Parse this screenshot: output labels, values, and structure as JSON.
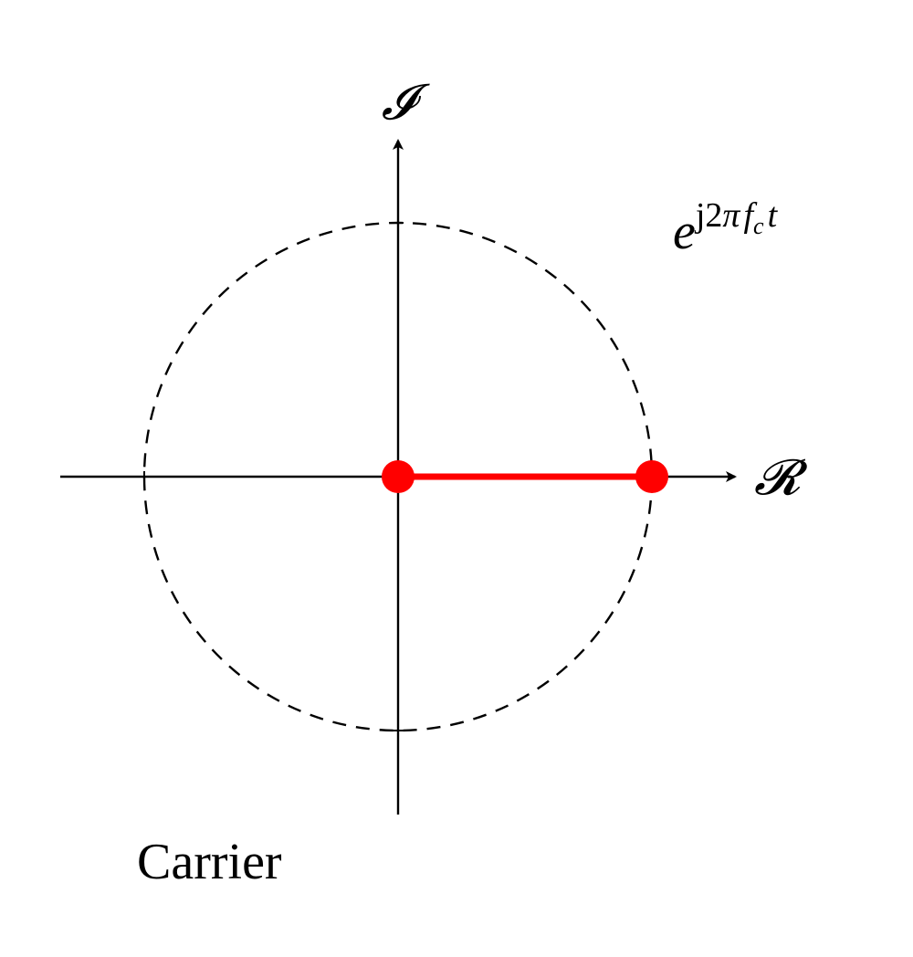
{
  "axes": {
    "imaginary_label": "𝓘",
    "real_label": "𝓡"
  },
  "expression": {
    "base": "e",
    "exp_j": "j",
    "exp_2": "2",
    "exp_pi": "π",
    "exp_f": "f",
    "exp_sub_c": "c",
    "exp_t": "t"
  },
  "caption": "Carrier",
  "colors": {
    "axis": "#000000",
    "circle": "#000000",
    "phasor": "#ff0000"
  }
}
